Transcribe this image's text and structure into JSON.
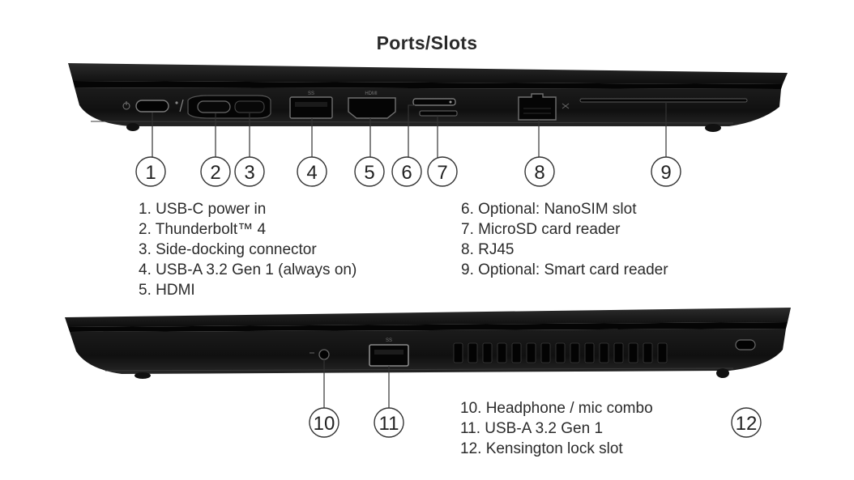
{
  "title": "Ports/Slots",
  "callouts": {
    "c1": "1",
    "c2": "2",
    "c3": "3",
    "c4": "4",
    "c5": "5",
    "c6": "6",
    "c7": "7",
    "c8": "8",
    "c9": "9",
    "c10": "10",
    "c11": "11",
    "c12": "12"
  },
  "left_side_list": [
    "1. USB-C power in",
    "2. Thunderbolt™ 4",
    "3. Side-docking connector",
    "4. USB-A 3.2 Gen 1 (always on)",
    "5. HDMI"
  ],
  "left_side_list_right": [
    "6. Optional: NanoSIM slot",
    "7. MicroSD card reader",
    "8. RJ45",
    "9. Optional: Smart card reader"
  ],
  "right_side_list": [
    "10. Headphone / mic combo",
    "11. USB-A 3.2 Gen 1",
    "12. Kensington lock slot"
  ],
  "port_labels": {
    "usb": "SS",
    "hdmi": "HDMI"
  },
  "colors": {
    "body": "#141414",
    "port": "#050505",
    "rim": "#6a6a6a",
    "text": "#2b2b2b"
  }
}
